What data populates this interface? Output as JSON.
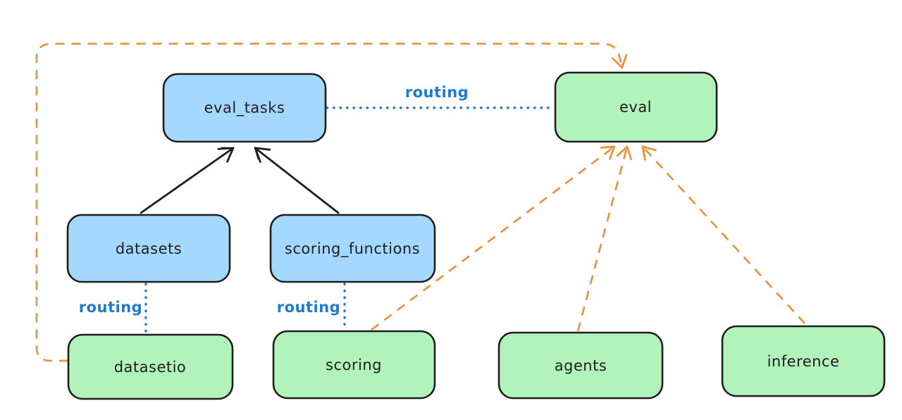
{
  "diagram": {
    "style": "hand-drawn architecture diagram",
    "background": "#ffffff",
    "colors": {
      "registry_node_fill": "#a5d8ff",
      "api_node_fill": "#b2f2bb",
      "node_stroke": "#1e1e1e",
      "routing_line": "#1f7ad0",
      "dependency_line": "#e8923e",
      "solid_arrow": "#1e1e1e"
    },
    "nodes": {
      "eval_tasks": {
        "label": "eval_tasks",
        "fill": "blue"
      },
      "eval": {
        "label": "eval",
        "fill": "green"
      },
      "datasets": {
        "label": "datasets",
        "fill": "blue"
      },
      "scoring_functions": {
        "label": "scoring_functions",
        "fill": "blue"
      },
      "datasetio": {
        "label": "datasetio",
        "fill": "green"
      },
      "scoring": {
        "label": "scoring",
        "fill": "green"
      },
      "agents": {
        "label": "agents",
        "fill": "green"
      },
      "inference": {
        "label": "inference",
        "fill": "green"
      }
    },
    "edge_labels": {
      "eval_tasks_to_eval": "routing",
      "datasets_to_datasetio": "routing",
      "scoring_functions_to_scoring": "routing"
    },
    "edges": [
      {
        "from": "datasets",
        "to": "eval_tasks",
        "style": "solid",
        "arrow": true,
        "color": "black"
      },
      {
        "from": "scoring_functions",
        "to": "eval_tasks",
        "style": "solid",
        "arrow": true,
        "color": "black"
      },
      {
        "from": "eval_tasks",
        "to": "eval",
        "style": "dotted",
        "arrow": false,
        "color": "blue",
        "label": "routing"
      },
      {
        "from": "datasets",
        "to": "datasetio",
        "style": "dotted",
        "arrow": false,
        "color": "blue",
        "label": "routing"
      },
      {
        "from": "scoring_functions",
        "to": "scoring",
        "style": "dotted",
        "arrow": false,
        "color": "blue",
        "label": "routing"
      },
      {
        "from": "datasetio",
        "to": "eval",
        "style": "dashed",
        "arrow": true,
        "color": "orange"
      },
      {
        "from": "scoring",
        "to": "eval",
        "style": "dashed",
        "arrow": true,
        "color": "orange"
      },
      {
        "from": "agents",
        "to": "eval",
        "style": "dashed",
        "arrow": true,
        "color": "orange"
      },
      {
        "from": "inference",
        "to": "eval",
        "style": "dashed",
        "arrow": true,
        "color": "orange"
      }
    ]
  }
}
